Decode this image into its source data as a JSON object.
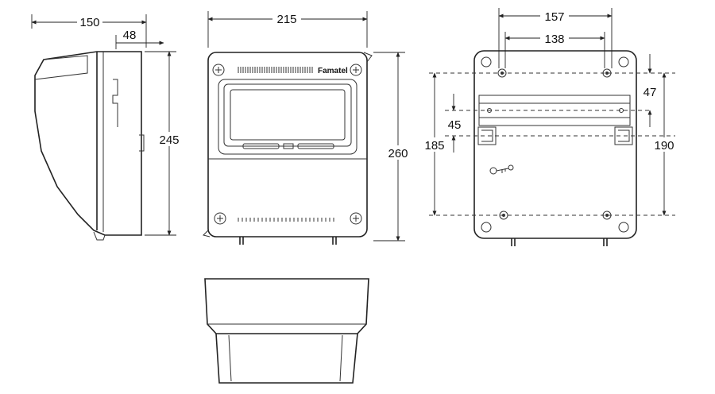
{
  "dimensions": {
    "side_width": "150",
    "side_depth": "48",
    "side_height": "245",
    "front_width": "215",
    "front_height": "260",
    "back_width_outer": "157",
    "back_width_inner": "138",
    "back_height_left": "185",
    "back_height_right": "190",
    "back_top_offset": "47",
    "back_rail_offset": "45"
  },
  "brand_label": "Famatel",
  "colors": {
    "stroke": "#222222",
    "panel": "#e6e6e6",
    "window": "#d9d9d9",
    "window_frame": "#aaaaaa",
    "rail": "#bdbdbd"
  }
}
